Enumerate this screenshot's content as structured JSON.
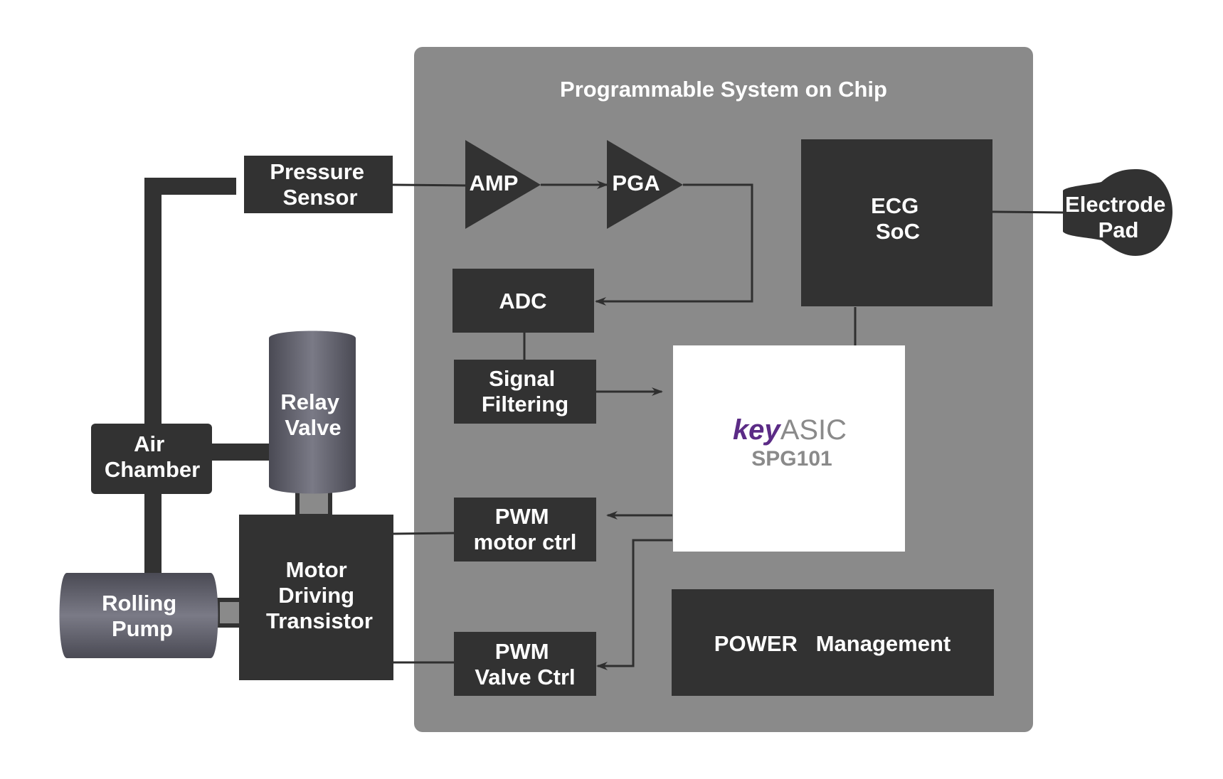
{
  "colors": {
    "chip_bg": "#8a8a8a",
    "block": "#323232",
    "wire": "#2f2f2f",
    "cylinder": "#6e6e78",
    "keyasic_purple": "#5b2b86",
    "spg_gray": "#8a8a8a"
  },
  "chip": {
    "title": "Programmable System on Chip"
  },
  "blocks": {
    "pressure_sensor": [
      "Pressure",
      "Sensor"
    ],
    "amp": "AMP",
    "pga": "PGA",
    "adc": "ADC",
    "signal_filtering": [
      "Signal",
      "Filtering"
    ],
    "ecg_soc": [
      "ECG",
      "SoC"
    ],
    "electrode_pad": [
      "Electrode",
      "Pad"
    ],
    "pwm_motor": [
      "PWM",
      "motor ctrl"
    ],
    "pwm_valve": [
      "PWM",
      "Valve Ctrl"
    ],
    "power": "POWER   Management",
    "air_chamber": [
      "Air",
      "Chamber"
    ],
    "relay_valve": [
      "Relay",
      "Valve"
    ],
    "motor_transistor": [
      "Motor",
      "Driving",
      "Transistor"
    ],
    "rolling_pump": [
      "Rolling",
      "Pump"
    ]
  },
  "processor": {
    "logo_key": "KEY",
    "logo_asic": "ASIC",
    "model": "SPG101"
  }
}
